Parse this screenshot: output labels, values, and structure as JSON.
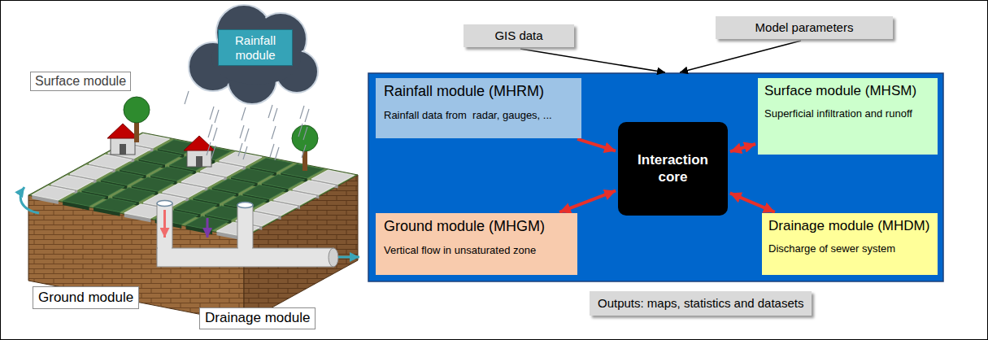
{
  "diagram": {
    "nodes": [
      {
        "text": [
          "Rainfall module"
        ]
      },
      {
        "text": [
          "Surface module"
        ]
      },
      {
        "text": [
          "Ground module"
        ]
      },
      {
        "text": [
          "Drainage module"
        ]
      },
      {
        "text": [
          "GIS data"
        ]
      },
      {
        "text": [
          "Model parameters"
        ]
      },
      {
        "text": [
          "Rainfall module (MHRM)",
          "Rainfall data from  radar, gauges, ..."
        ]
      },
      {
        "text": [
          "Surface module (MHSM)",
          "Superficial infiltration and runoff"
        ]
      },
      {
        "text": [
          "Interaction core"
        ]
      },
      {
        "text": [
          "Ground module (MHGM)",
          "Vertical flow in unsaturated zone"
        ]
      },
      {
        "text": [
          "Drainage module (MHDM)",
          "Discharge of sewer system"
        ]
      },
      {
        "text": [
          "Outputs: maps, statistics and datasets"
        ]
      }
    ],
    "edges": [
      {
        "from": 6,
        "to": 8,
        "arrow": "to"
      },
      {
        "from": 8,
        "to": 7,
        "arrow": "both"
      },
      {
        "from": 8,
        "to": 9,
        "arrow": "both"
      },
      {
        "from": 8,
        "to": 10,
        "arrow": "both"
      }
    ]
  }
}
